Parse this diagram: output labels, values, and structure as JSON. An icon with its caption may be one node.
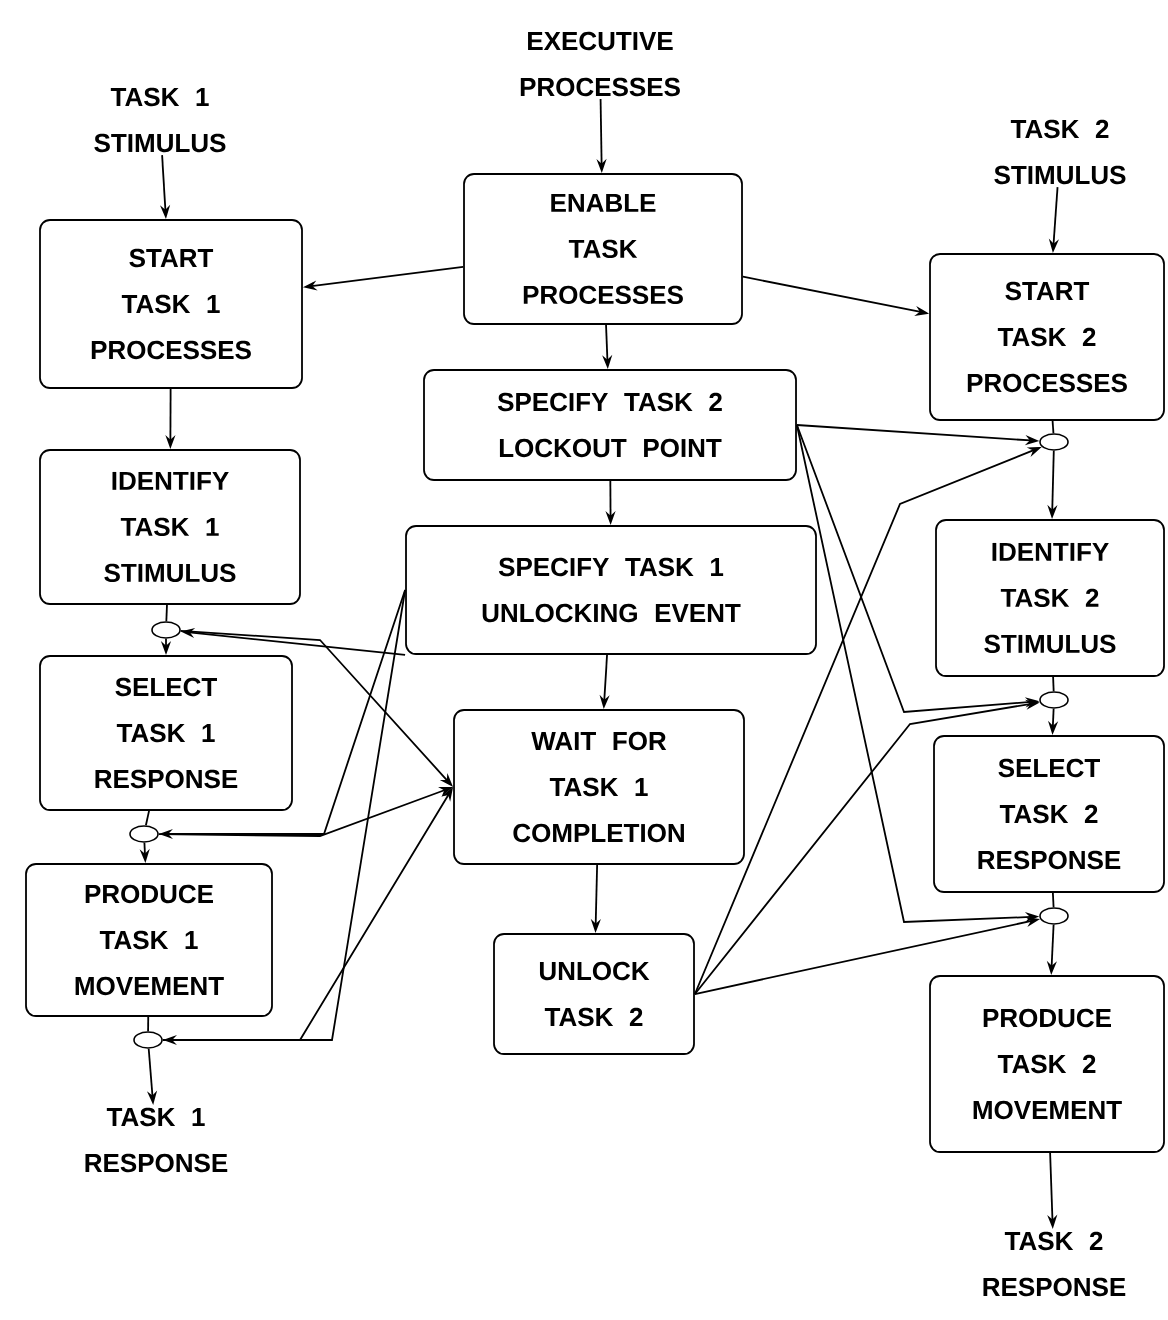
{
  "diagram": {
    "nodes": [
      {
        "text": [
          "EXECUTIVE PROCESSES"
        ]
      },
      {
        "text": [
          "ENABLE TASK PROCESSES"
        ]
      },
      {
        "text": [
          "TASK 1 STIMULUS"
        ]
      },
      {
        "text": [
          "START TASK 1 PROCESSES"
        ]
      },
      {
        "text": [
          "TASK 2 STIMULUS"
        ]
      },
      {
        "text": [
          "START TASK 2 PROCESSES"
        ]
      },
      {
        "text": [
          "SPECIFY TASK 2 LOCKOUT POINT"
        ]
      },
      {
        "text": [
          "IDENTIFY TASK 1 STIMULUS"
        ]
      },
      {
        "text": [
          "SPECIFY TASK 1 UNLOCKING EVENT"
        ]
      },
      {
        "text": [
          "IDENTIFY TASK 2 STIMULUS"
        ]
      },
      {
        "text": [
          "SELECT TASK 1 RESPONSE"
        ]
      },
      {
        "text": [
          "WAIT FOR TASK 1 COMPLETION"
        ]
      },
      {
        "text": [
          "SELECT TASK 2 RESPONSE"
        ]
      },
      {
        "text": [
          "PRODUCE TASK 1 MOVEMENT"
        ]
      },
      {
        "text": [
          "UNLOCK TASK 2"
        ]
      },
      {
        "text": [
          "PRODUCE TASK 2 MOVEMENT"
        ]
      },
      {
        "text": [
          "TASK 1 RESPONSE"
        ]
      },
      {
        "text": [
          "TASK 2 RESPONSE"
        ]
      },
      {
        "text": [],
        "shape": "ellipse"
      },
      {
        "text": [],
        "shape": "ellipse"
      },
      {
        "text": [],
        "shape": "ellipse"
      },
      {
        "text": [],
        "shape": "ellipse"
      },
      {
        "text": [],
        "shape": "ellipse"
      },
      {
        "text": [],
        "shape": "ellipse"
      }
    ],
    "edges": [
      {
        "from": 0,
        "to": 1,
        "arrow": "to"
      },
      {
        "from": 2,
        "to": 3,
        "arrow": "to"
      },
      {
        "from": 1,
        "to": 3,
        "arrow": "to"
      },
      {
        "from": 1,
        "to": 5,
        "arrow": "to"
      },
      {
        "from": 4,
        "to": 5,
        "arrow": "to"
      },
      {
        "from": 1,
        "to": 6,
        "arrow": "to"
      },
      {
        "from": 3,
        "to": 7,
        "arrow": "to"
      },
      {
        "from": 6,
        "to": 8,
        "arrow": "to"
      },
      {
        "from": 7,
        "to": 18,
        "arrow": "none"
      },
      {
        "from": 18,
        "to": 10,
        "arrow": "to"
      },
      {
        "from": 8,
        "to": 18,
        "arrow": "to"
      },
      {
        "from": 10,
        "to": 19,
        "arrow": "none"
      },
      {
        "from": 19,
        "to": 13,
        "arrow": "to"
      },
      {
        "from": 13,
        "to": 20,
        "arrow": "none"
      },
      {
        "from": 20,
        "to": 16,
        "arrow": "to"
      },
      {
        "from": 8,
        "to": 19,
        "arrow": "to"
      },
      {
        "from": 8,
        "to": 20,
        "arrow": "to"
      },
      {
        "from": 18,
        "to": 11,
        "arrow": "to"
      },
      {
        "from": 19,
        "to": 11,
        "arrow": "to"
      },
      {
        "from": 20,
        "to": 11,
        "arrow": "to"
      },
      {
        "from": 8,
        "to": 11,
        "arrow": "to"
      },
      {
        "from": 11,
        "to": 14,
        "arrow": "to"
      },
      {
        "from": 5,
        "to": 21,
        "arrow": "none"
      },
      {
        "from": 21,
        "to": 9,
        "arrow": "to"
      },
      {
        "from": 9,
        "to": 22,
        "arrow": "none"
      },
      {
        "from": 22,
        "to": 12,
        "arrow": "to"
      },
      {
        "from": 12,
        "to": 23,
        "arrow": "none"
      },
      {
        "from": 23,
        "to": 15,
        "arrow": "to"
      },
      {
        "from": 6,
        "to": 21,
        "arrow": "to"
      },
      {
        "from": 6,
        "to": 22,
        "arrow": "to"
      },
      {
        "from": 6,
        "to": 23,
        "arrow": "to"
      },
      {
        "from": 14,
        "to": 21,
        "arrow": "to"
      },
      {
        "from": 14,
        "to": 22,
        "arrow": "to"
      },
      {
        "from": 14,
        "to": 23,
        "arrow": "to"
      },
      {
        "from": 15,
        "to": 17,
        "arrow": "to"
      }
    ]
  }
}
